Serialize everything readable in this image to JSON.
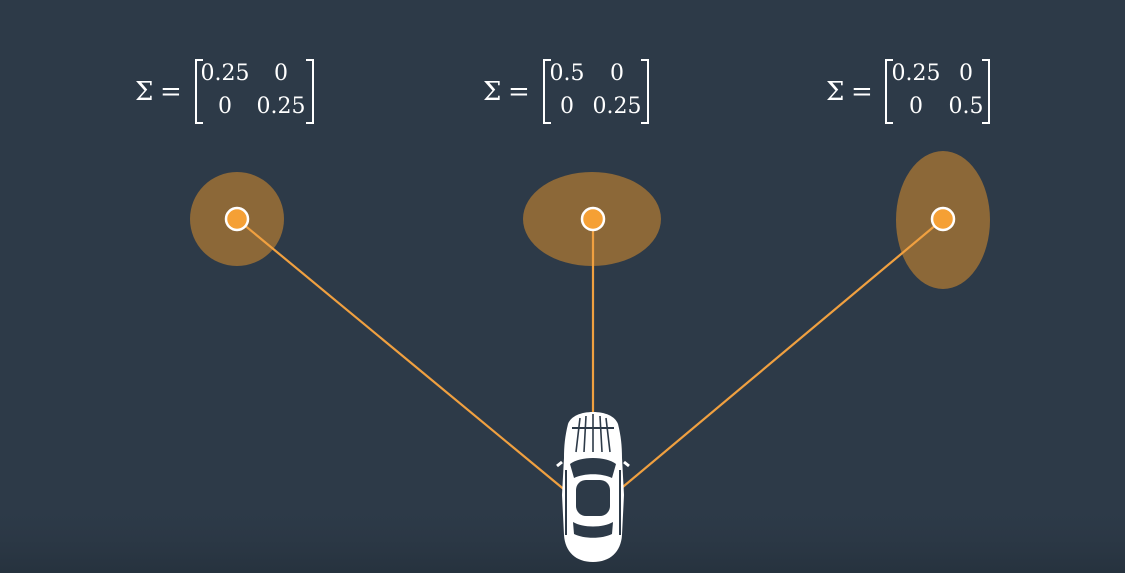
{
  "diagram": {
    "colors": {
      "background": "#2d3a48",
      "uncertainty_fill": "#8c6838",
      "landmark": "#f5a035",
      "measurement_line": "#f0a040",
      "text": "#ffffff",
      "car_body": "#ffffff",
      "car_detail": "#2d3a48"
    },
    "landmarks": [
      {
        "id": "left",
        "covariance_label": {
          "symbol": "Σ",
          "equals": "=",
          "r1c1": "0.25",
          "r1c2": "0",
          "r2c1": "0",
          "r2c2": "0.25"
        },
        "covariance": [
          [
            0.25,
            0
          ],
          [
            0,
            0.25
          ]
        ]
      },
      {
        "id": "middle",
        "covariance_label": {
          "symbol": "Σ",
          "equals": "=",
          "r1c1": "0.5",
          "r1c2": "0",
          "r2c1": "0",
          "r2c2": "0.25"
        },
        "covariance": [
          [
            0.5,
            0
          ],
          [
            0,
            0.25
          ]
        ]
      },
      {
        "id": "right",
        "covariance_label": {
          "symbol": "Σ",
          "equals": "=",
          "r1c1": "0.25",
          "r1c2": "0",
          "r2c1": "0",
          "r2c2": "0.5"
        },
        "covariance": [
          [
            0.25,
            0
          ],
          [
            0,
            0.5
          ]
        ]
      }
    ],
    "car": {
      "icon": "car-top-view-icon"
    }
  }
}
